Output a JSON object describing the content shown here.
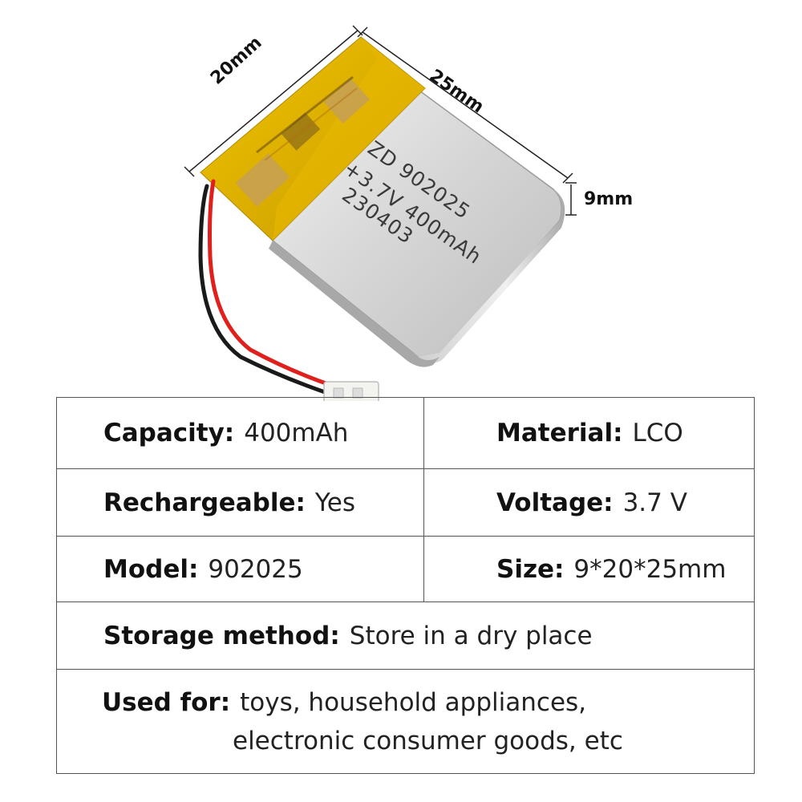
{
  "dimensions": {
    "width_label": "20mm",
    "length_label": "25mm",
    "thickness_label": "9mm"
  },
  "battery_print": {
    "line1": "ZD 902025",
    "line2": "+3.7V 400mAh",
    "line3": "230403"
  },
  "specs": {
    "capacity": {
      "label": "Capacity:",
      "value": "400mAh"
    },
    "material": {
      "label": "Material:",
      "value": "LCO"
    },
    "rechargeable": {
      "label": "Rechargeable:",
      "value": "Yes"
    },
    "voltage": {
      "label": "Voltage:",
      "value": "3.7 V"
    },
    "model": {
      "label": "Model:",
      "value": "902025"
    },
    "size": {
      "label": "Size:",
      "value": "9*20*25mm"
    },
    "storage": {
      "label": "Storage method:",
      "value": "Store in a dry place"
    },
    "used_for": {
      "label": "Used for:",
      "value_line1": "toys, household appliances,",
      "value_line2": "electronic consumer goods, etc"
    }
  },
  "colors": {
    "yellow_tape": "#e2b400",
    "silver_body": "#d8d8d8",
    "red_wire": "#e0201c",
    "black_wire": "#1a1a1a",
    "border": "#555555"
  }
}
